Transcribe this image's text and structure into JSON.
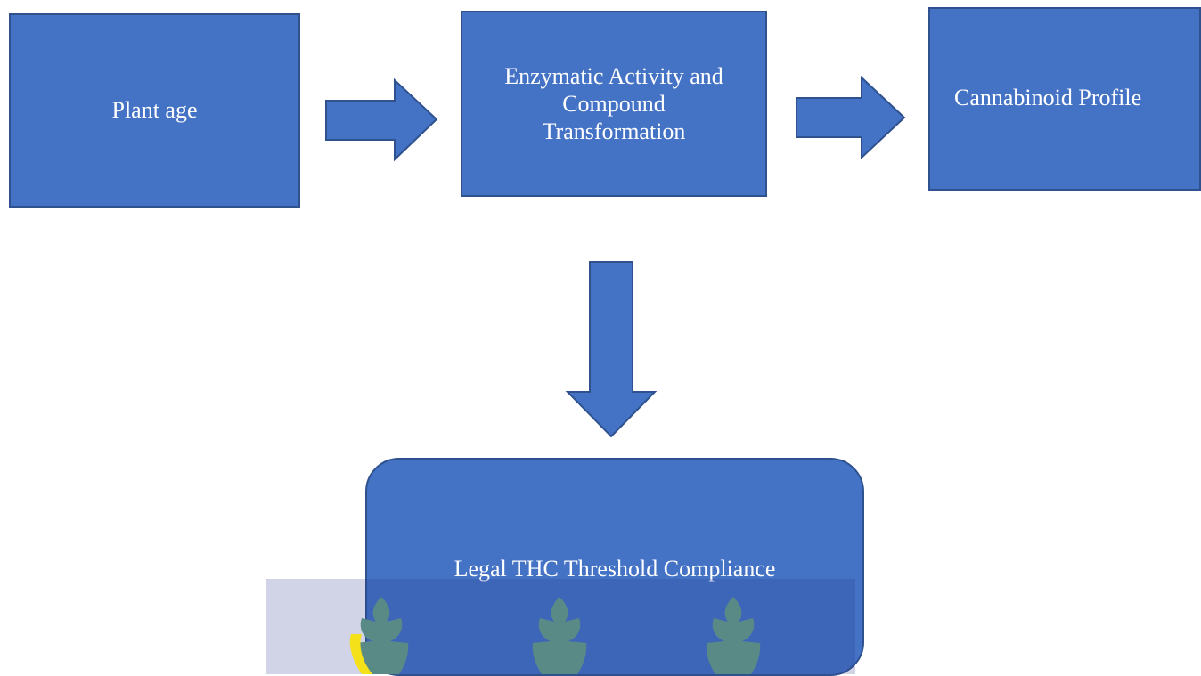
{
  "diagram": {
    "nodes": {
      "plant_age": "Plant age",
      "enzymatic": "Enzymatic Activity and Compound Transformation",
      "cannabinoid": "Cannabinoid Profile",
      "legal": "Legal THC Threshold Compliance"
    },
    "edges": [
      {
        "from": "Plant age",
        "to": "Enzymatic Activity and Compound Transformation",
        "direction": "right"
      },
      {
        "from": "Enzymatic Activity and Compound Transformation",
        "to": "Cannabinoid Profile",
        "direction": "right"
      },
      {
        "from": "Enzymatic Activity and Compound Transformation",
        "to": "Legal THC Threshold Compliance",
        "direction": "down"
      }
    ],
    "colors": {
      "fill": "#4472c4",
      "border": "#2f528f",
      "text": "#ffffff",
      "watermark_icon": "#5a8a86",
      "watermark_accent": "#f5e11a"
    }
  }
}
